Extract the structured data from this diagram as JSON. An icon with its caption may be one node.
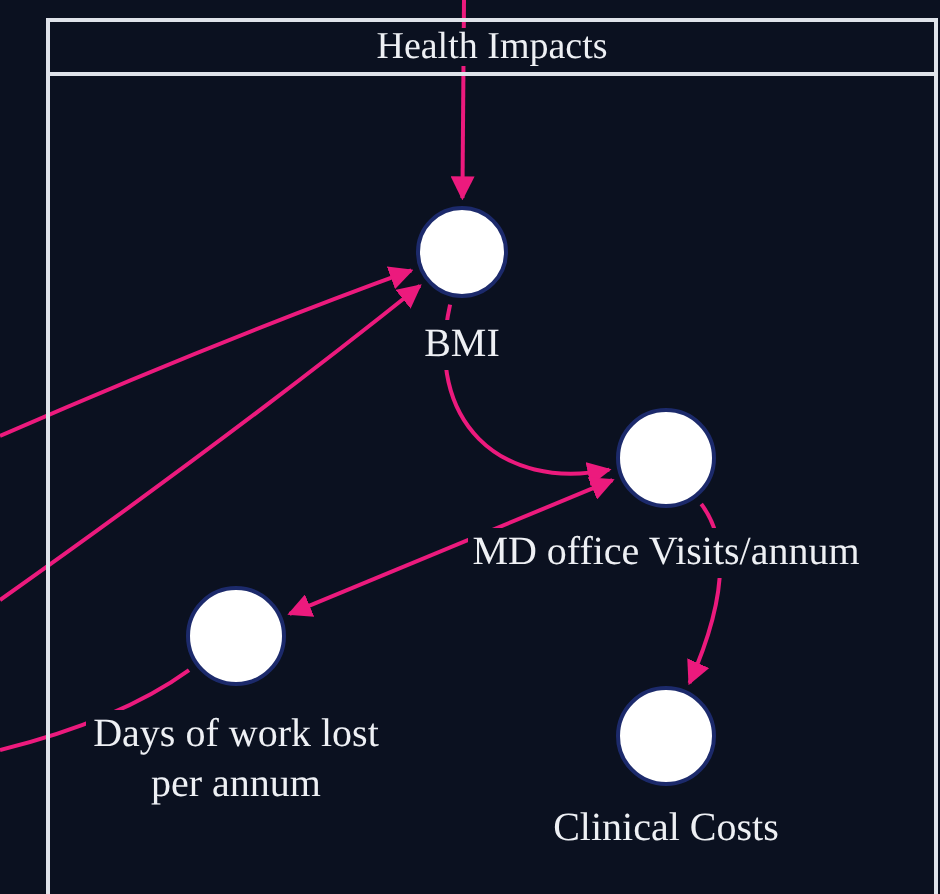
{
  "diagram": {
    "nodes": [
      {
        "text": [
          "Health Impacts"
        ]
      },
      {
        "text": [],
        "shape": "circle",
        "beside": [
          "BMI"
        ],
        "in": 0
      },
      {
        "text": [],
        "shape": "circle",
        "beside": [
          "MD office Visits/annum"
        ],
        "in": 0
      },
      {
        "text": [],
        "shape": "circle",
        "beside": [
          "Days of work lost per annum"
        ],
        "in": 0
      },
      {
        "text": [],
        "shape": "circle",
        "beside": [
          "Clinical Costs"
        ],
        "in": 0
      }
    ],
    "edges": [
      {
        "from": null,
        "to": 1,
        "arrow": "to"
      },
      {
        "from": null,
        "to": 1,
        "arrow": "to"
      },
      {
        "from": null,
        "to": 1,
        "arrow": "to"
      },
      {
        "from": 1,
        "to": 2,
        "arrow": "to"
      },
      {
        "from": 2,
        "to": 3,
        "arrow": "both"
      },
      {
        "from": 3,
        "to": null,
        "arrow": "none"
      },
      {
        "from": 2,
        "to": 4,
        "arrow": "to"
      }
    ]
  }
}
